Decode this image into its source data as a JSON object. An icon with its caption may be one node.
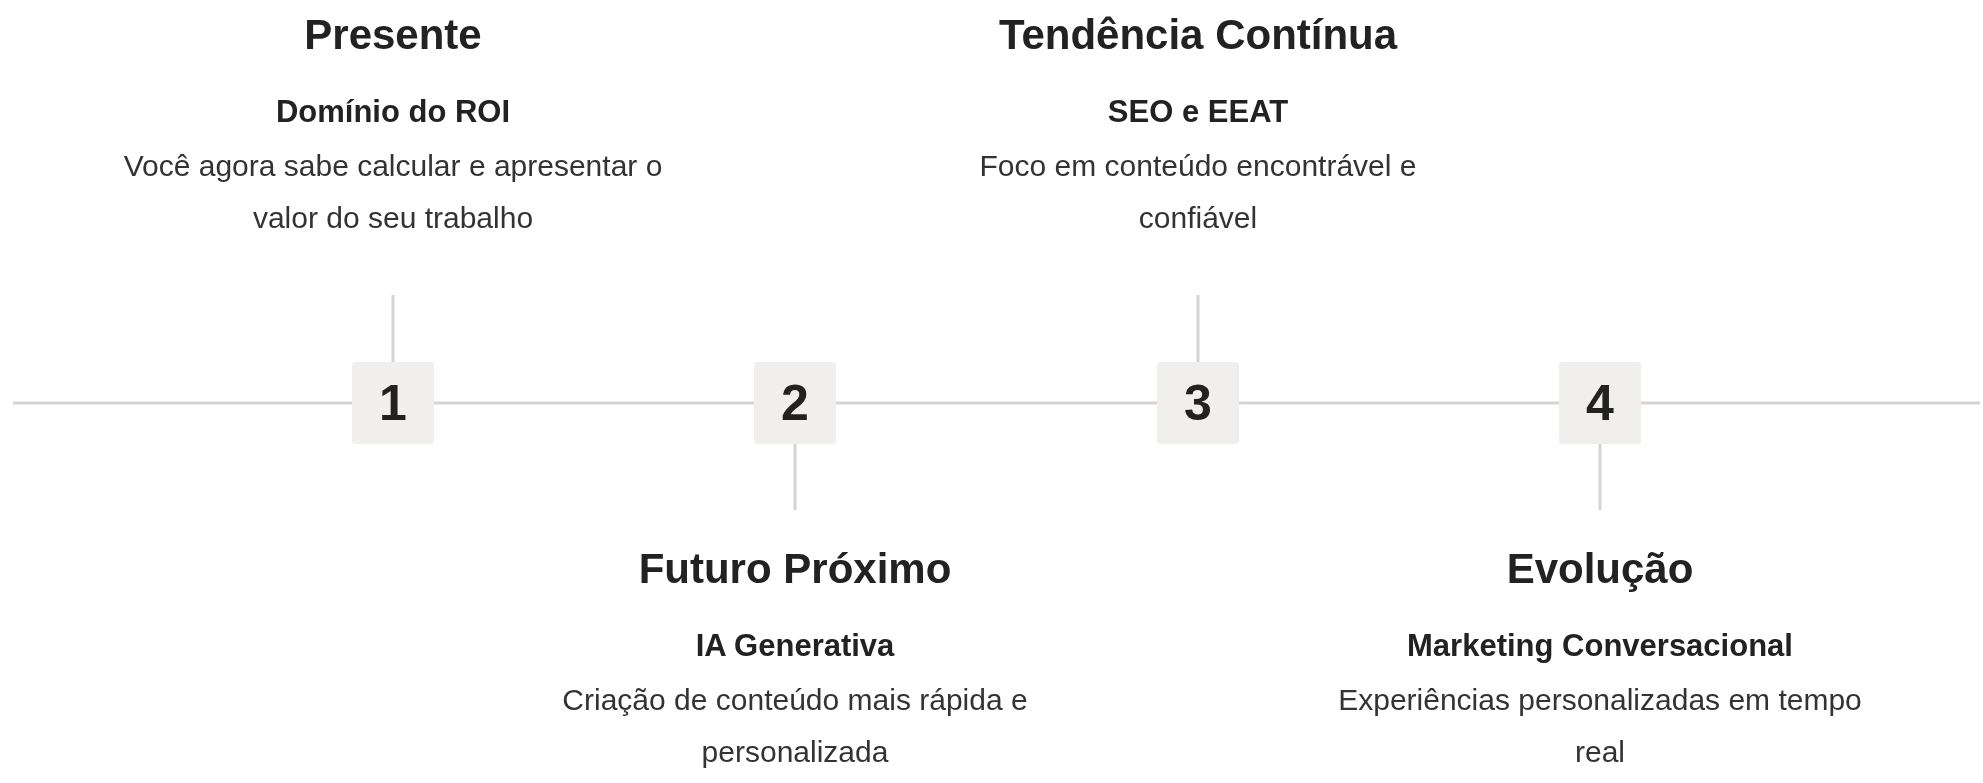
{
  "diagram": {
    "nodes": [
      {
        "text": [
          "Presente",
          "Domínio do ROI",
          "Você agora sabe calcular e apresentar o valor do seu trabalho"
        ]
      },
      {
        "text": [
          "Tendência Contínua",
          "SEO e EEAT",
          "Foco em conteúdo encontrável e confiável"
        ]
      },
      {
        "text": [
          "1"
        ]
      },
      {
        "text": [
          "2"
        ]
      },
      {
        "text": [
          "3"
        ]
      },
      {
        "text": [
          "4"
        ]
      },
      {
        "text": [
          "Futuro Próximo",
          "IA Generativa",
          "Criação de conteúdo mais rápida e personalizada"
        ]
      },
      {
        "text": [
          "Evolução",
          "Marketing Conversacional",
          "Experiências personalizadas em tempo real"
        ]
      }
    ],
    "edges": [
      {
        "from": 0,
        "to": 2,
        "arrow": "none"
      },
      {
        "from": 1,
        "to": 4,
        "arrow": "none"
      },
      {
        "from": 3,
        "to": 6,
        "arrow": "none"
      },
      {
        "from": 5,
        "to": 7,
        "arrow": "none"
      },
      {
        "from": 2,
        "to": 3,
        "arrow": "none"
      },
      {
        "from": 3,
        "to": 4,
        "arrow": "none"
      },
      {
        "from": 4,
        "to": 5,
        "arrow": "none"
      }
    ]
  }
}
